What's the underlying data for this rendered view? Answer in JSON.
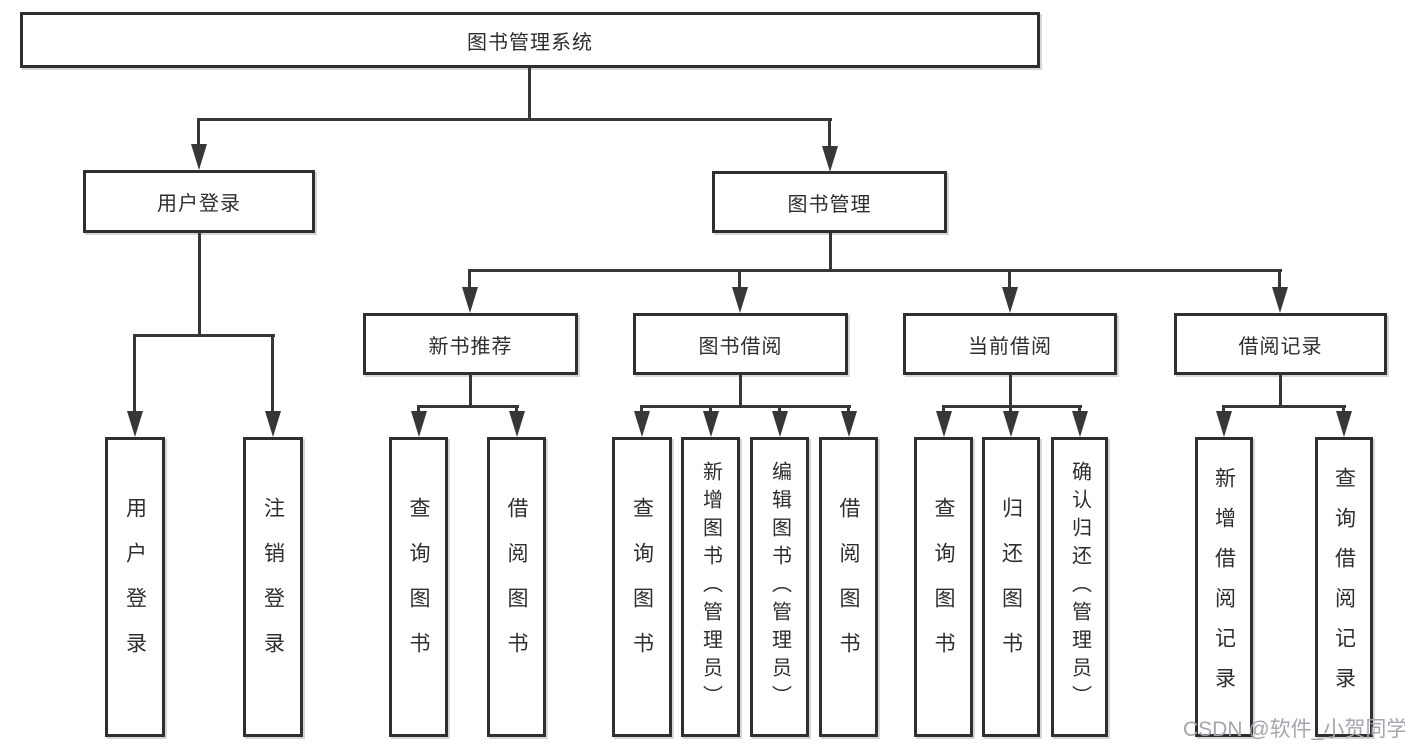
{
  "tree": {
    "label": "图书管理系统",
    "children": [
      {
        "label": "用户登录",
        "children": [
          {
            "label": "用户登录"
          },
          {
            "label": "注销登录"
          }
        ]
      },
      {
        "label": "图书管理",
        "children": [
          {
            "label": "新书推荐",
            "children": [
              {
                "label": "查询图书"
              },
              {
                "label": "借阅图书"
              }
            ]
          },
          {
            "label": "图书借阅",
            "children": [
              {
                "label": "查询图书"
              },
              {
                "label": "新增图书（管理员）"
              },
              {
                "label": "编辑图书（管理员）"
              },
              {
                "label": "借阅图书"
              }
            ]
          },
          {
            "label": "当前借阅",
            "children": [
              {
                "label": "查询图书"
              },
              {
                "label": "归还图书"
              },
              {
                "label": "确认归还（管理员）"
              }
            ]
          },
          {
            "label": "借阅记录",
            "children": [
              {
                "label": "新增借阅记录"
              },
              {
                "label": "查询借阅记录"
              }
            ]
          }
        ]
      }
    ]
  },
  "watermark": "CSDN @软件_小贺同学",
  "colors": {
    "line": "#373737",
    "box_border": "#2f2f2f",
    "box_fill": "#ffffff",
    "text": "#2e2e2e",
    "watermark": "#a3a6ae"
  }
}
